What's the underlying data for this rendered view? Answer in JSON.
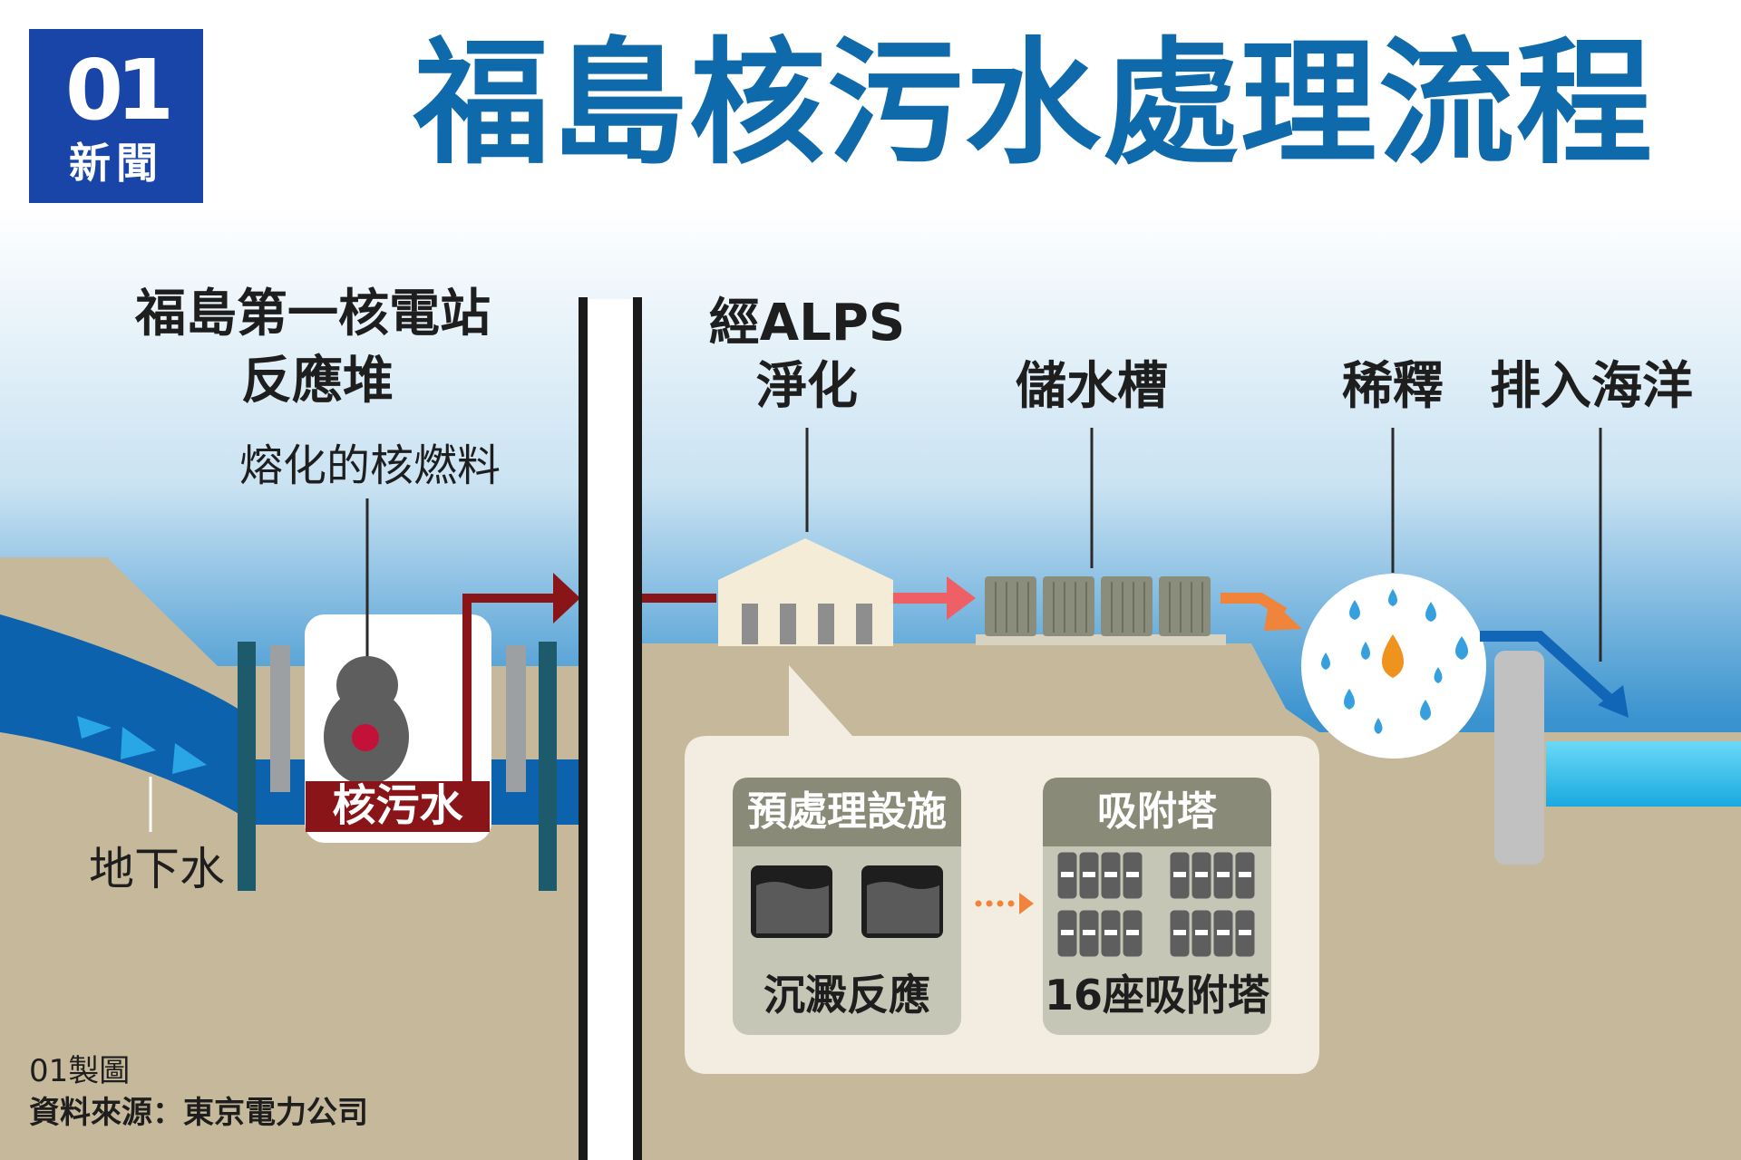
{
  "header": {
    "title": "福島核污水處理流程",
    "logo_mark": "01",
    "logo_text": "新聞"
  },
  "left_section": {
    "plant_line1": "福島第一核電站",
    "plant_line2": "反應堆",
    "fuel_label": "熔化的核燃料",
    "wastewater_label": "核污水",
    "groundwater_label": "地下水"
  },
  "process_steps": [
    {
      "line1": "經ALPS",
      "line2": "淨化"
    },
    {
      "line1": "儲水槽"
    },
    {
      "line1": "稀釋"
    },
    {
      "line1": "排入海洋"
    }
  ],
  "callout": {
    "pretreatment_title": "預處理設施",
    "pretreatment_caption": "沉澱反應",
    "adsorption_title": "吸附塔",
    "adsorption_caption": "16座吸附塔"
  },
  "credits": {
    "made_by": "01製圖",
    "source": "資料來源：東京電力公司"
  },
  "colors": {
    "title_blue": "#0f6aab",
    "sky_blue": "#3a93cf",
    "ground": "#c6b99b",
    "groundwater_blue": "#0d62ae",
    "contaminated_red": "#8a1518",
    "alps_arrow_pink": "#ee5f66",
    "tank_arrow_orange": "#f0843a",
    "ocean_cyan": "#35c9ef",
    "panel_olive": "#8a8a78",
    "logo_blue": "#1a45a8"
  }
}
